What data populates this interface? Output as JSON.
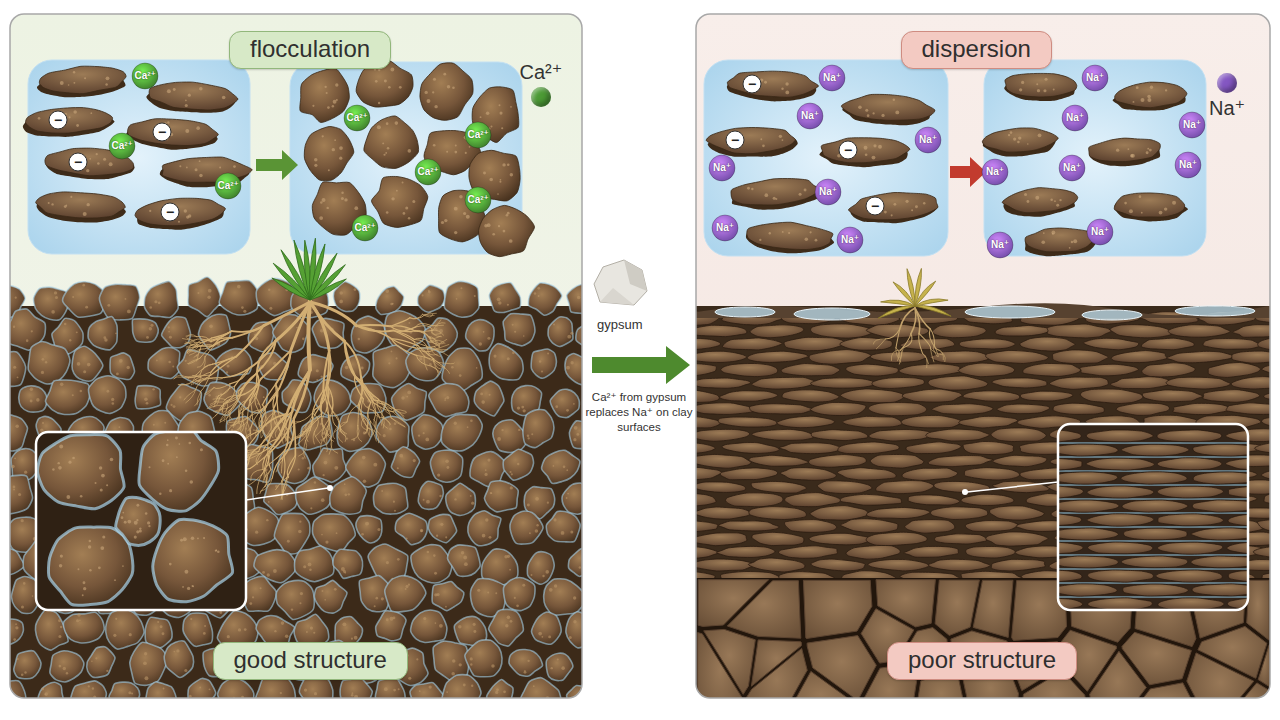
{
  "diagram": {
    "nodes": [
      {
        "text": [
          "flocculation"
        ]
      },
      {
        "text": [
          "dispersion"
        ]
      },
      {
        "text": [
          "good structure"
        ]
      },
      {
        "text": [
          "poor structure"
        ]
      }
    ],
    "labels": [
      "−",
      "−",
      "−",
      "−",
      "Ca²⁺",
      "Ca²⁺",
      "Ca²⁺",
      "Ca²⁺",
      "Ca²⁺",
      "Ca²⁺",
      "Ca²⁺",
      "Ca²⁺",
      "−",
      "−",
      "−",
      "−",
      "Na⁺",
      "Na⁺",
      "Na⁺",
      "Na⁺",
      "Na⁺",
      "Na⁺",
      "Na⁺",
      "Na⁺",
      "Na⁺",
      "Na⁺",
      "Na⁺",
      "Na⁺",
      "Na⁺",
      "Na⁺",
      "Na⁺",
      "gypsum",
      "Ca²⁺ from gypsum replaces Na⁺ on clay surfaces"
    ],
    "legend": [
      {
        "text": "Ca²⁺",
        "color": "#4c9a35"
      },
      {
        "text": "Na⁺",
        "color": "#8457c2"
      }
    ]
  }
}
